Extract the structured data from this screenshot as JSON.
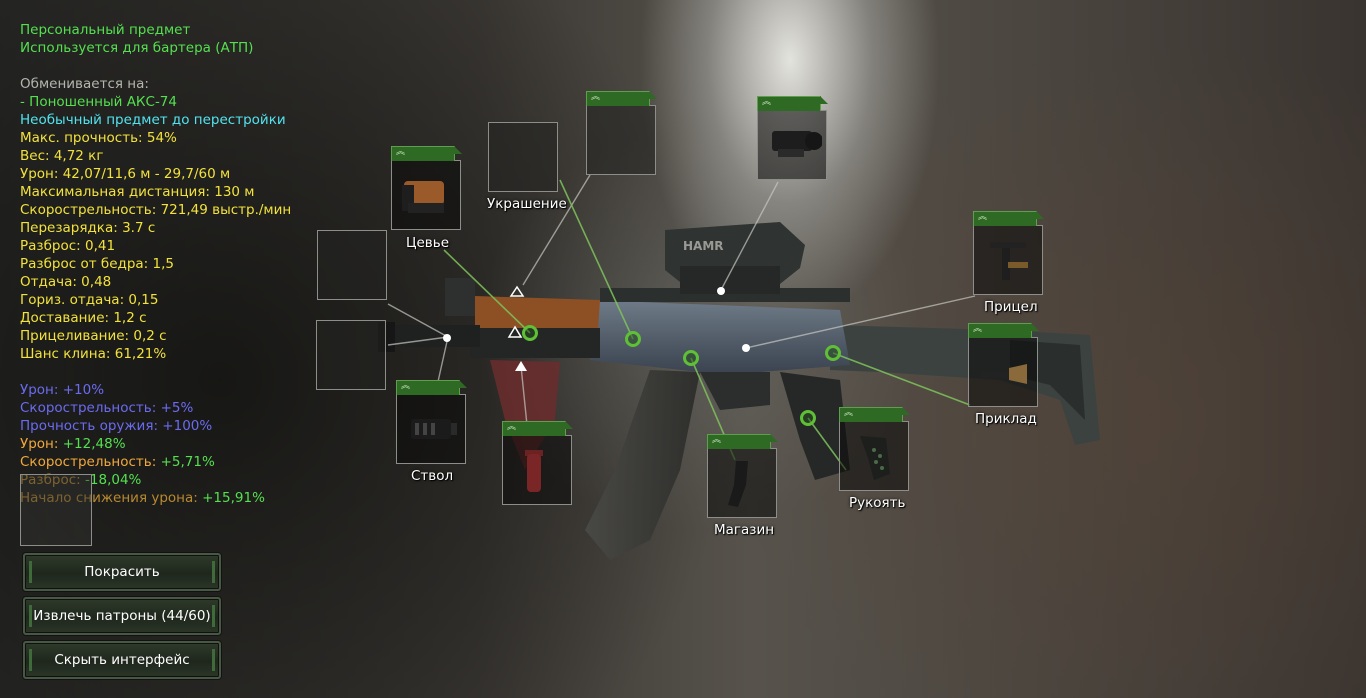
{
  "item_info": {
    "personal": "Персональный предмет",
    "barter": "Используется для бартера (АТП)",
    "exchange_header": "Обменивается на:",
    "exchange_item": "- Поношенный АКС-74",
    "unusual": "Необычный предмет до перестройки",
    "stats": [
      "Макс. прочность: 54%",
      "Вес: 4,72 кг",
      "Урон: 42,07/11,6 м - 29,7/60 м",
      "Максимальная дистанция: 130 м",
      "Скорострельность: 721,49 выстр./мин",
      "Перезарядка: 3.7 с",
      "Разброс: 0,41",
      "Разброс от бедра: 1,5",
      "Отдача: 0,48",
      "Гориз. отдача: 0,15",
      "Доставание: 1,2 с",
      "Прицеливание: 0,2 с",
      "Шанс клина: 61,21%"
    ],
    "bonuses_blue": [
      "Урон: +10%",
      "Скорострельность: +5%",
      "Прочность оружия: +100%"
    ],
    "bonuses_orange": [
      {
        "label": "Урон: ",
        "value": "+12,48%"
      },
      {
        "label": "Скорострельность: ",
        "value": "+5,71%"
      },
      {
        "label": "Разброс: ",
        "value": "-18,04%"
      },
      {
        "label": "Начало снижения урона: ",
        "value": "+15,91%"
      }
    ]
  },
  "slots": {
    "handguard": "Цевье",
    "decoration": "Украшение",
    "scope": "Прицел",
    "stock": "Приклад",
    "barrel": "Ствол",
    "magazine": "Магазин",
    "grip": "Рукоять",
    "tab_mark": "︽"
  },
  "buttons": {
    "paint": "Покрасить",
    "unload": "Извлечь патроны (44/60)",
    "hide_ui": "Скрыть интерфейс"
  }
}
